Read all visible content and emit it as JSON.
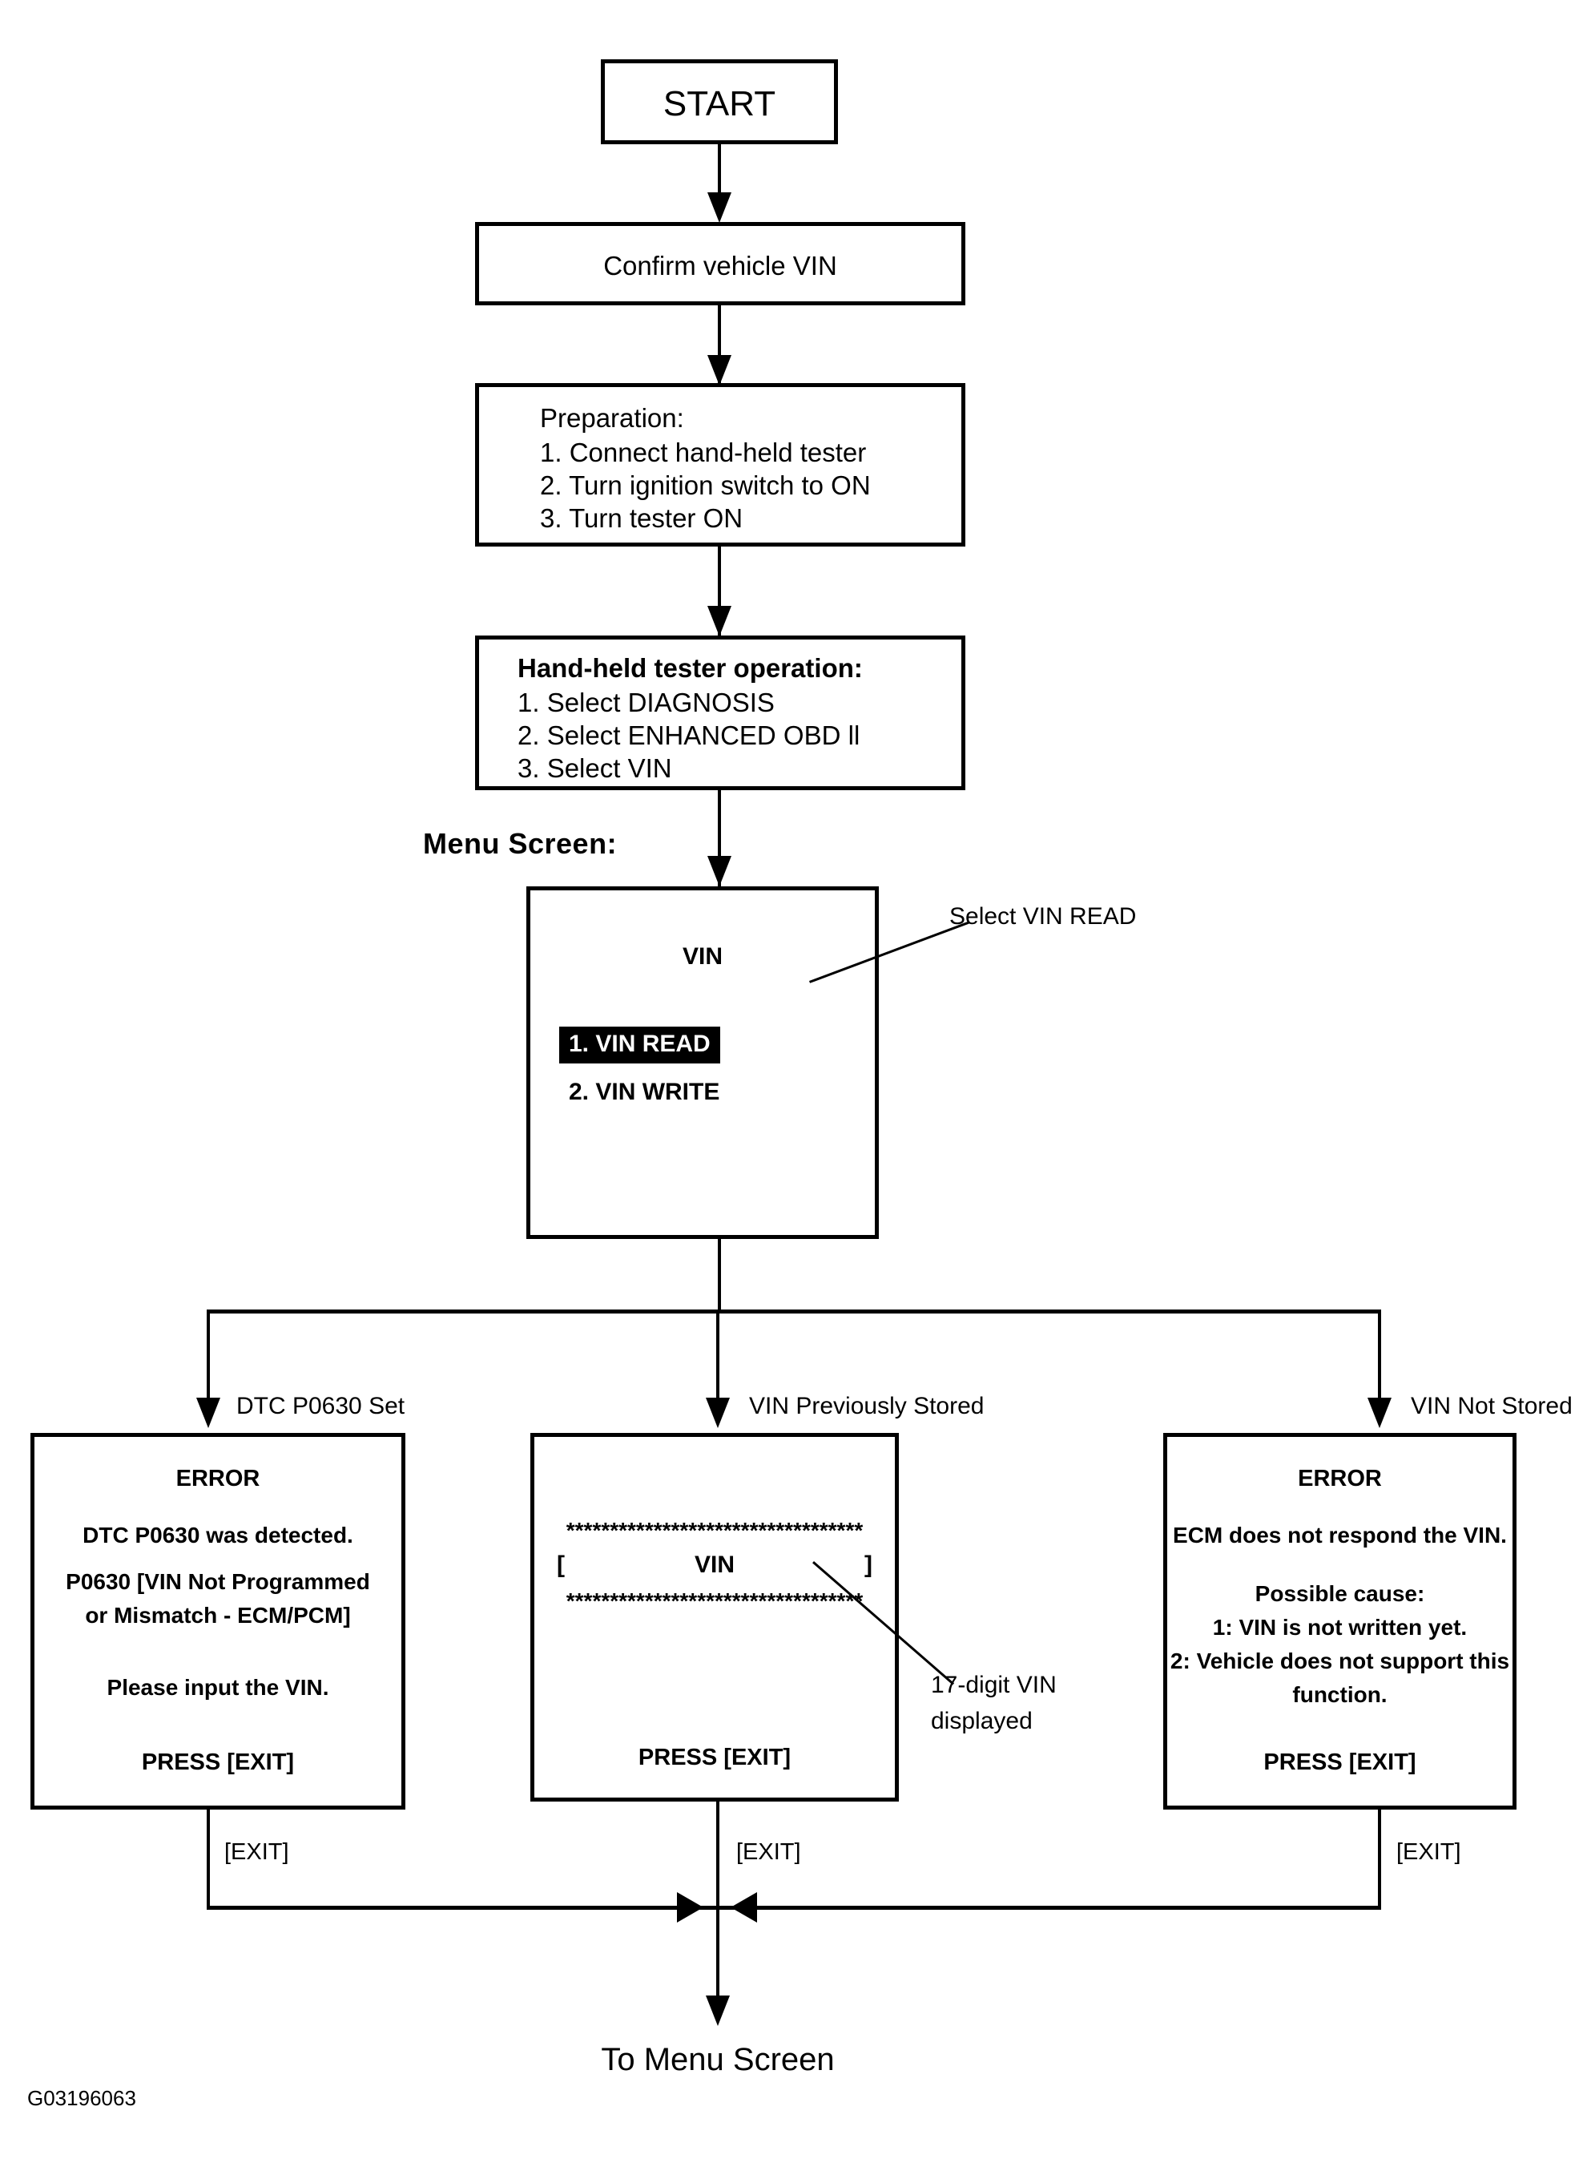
{
  "figure": {
    "id": "G03196063",
    "type": "flowchart",
    "title_label": "Menu Screen:"
  },
  "nodes": {
    "start": {
      "label": "START"
    },
    "confirm_vin": {
      "label": "Confirm vehicle VIN"
    },
    "preparation": {
      "heading": "Preparation:",
      "steps": [
        "1. Connect hand-held tester",
        "2. Turn ignition switch to ON",
        "3. Turn tester ON"
      ]
    },
    "tester_operation": {
      "heading": "Hand-held tester operation:",
      "steps": [
        "1. Select DIAGNOSIS",
        "2. Select ENHANCED OBD ll",
        "3. Select VIN"
      ]
    },
    "menu_screen": {
      "title": "VIN",
      "option_1": "1. VIN READ",
      "option_2": "2. VIN WRITE",
      "option_1_highlighted": true
    }
  },
  "callouts": {
    "select_vin_read": "Select VIN READ",
    "seventeen_digit_line1": "17-digit VIN",
    "seventeen_digit_line2": "displayed"
  },
  "branches": [
    {
      "label": "DTC P0630 Set"
    },
    {
      "label": "VIN Previously Stored"
    },
    {
      "label": "VIN Not Stored"
    }
  ],
  "screens": {
    "dtc_error": {
      "header": "ERROR",
      "line1": "DTC P0630 was detected.",
      "line2": "P0630  [VIN Not Programmed",
      "line3": "or Mismatch - ECM/PCM]",
      "line4": "Please input the VIN.",
      "footer": "PRESS [EXIT]"
    },
    "vin_stored": {
      "stars_top": "**********************************",
      "bracket_open": "[",
      "vin_text": "VIN",
      "bracket_close": "]",
      "stars_bottom": "**********************************",
      "footer": "PRESS [EXIT]"
    },
    "vin_not_stored": {
      "header": "ERROR",
      "line1": "ECM does not respond the VIN.",
      "line2": "Possible cause:",
      "line3": "1: VIN is not written yet.",
      "line4": "2: Vehicle does not support this",
      "line5": "function.",
      "footer": "PRESS [EXIT]"
    }
  },
  "exit_labels": {
    "left": "[EXIT]",
    "middle": "[EXIT]",
    "right": "[EXIT]"
  },
  "terminal": {
    "label": "To Menu Screen"
  },
  "colors": {
    "line": "#000000",
    "background": "#ffffff",
    "highlight_bg": "#000000",
    "highlight_fg": "#ffffff"
  }
}
